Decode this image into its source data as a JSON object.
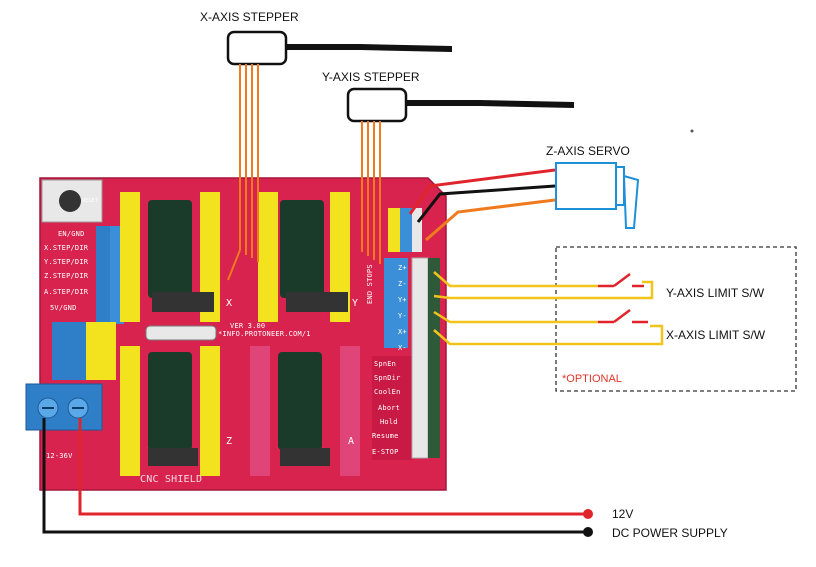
{
  "labels": {
    "x_stepper": "X-AXIS STEPPER",
    "y_stepper": "Y-AXIS STEPPER",
    "z_servo": "Z-AXIS SERVO",
    "y_limit": "Y-AXIS LIMIT S/W",
    "x_limit": "X-AXIS LIMIT S/W",
    "optional": "*OPTIONAL",
    "v12": "12V",
    "dc_supply": "DC POWER SUPPLY"
  },
  "board": {
    "name": "CNC SHIELD",
    "version": "VER 3.00",
    "url": "*INFO.PROTONEER.COM/1",
    "end_stops": "END STOPS",
    "voltage": "12-36V",
    "reset": "RESET",
    "left_pins": [
      "EN/GND",
      "X.STEP/DIR",
      "Y.STEP/DIR",
      "Z.STEP/DIR",
      "A.STEP/DIR",
      "5V/GND"
    ],
    "right_pins": [
      "SpnEn",
      "SpnDir",
      "CoolEn",
      "Abort",
      "Hold",
      "Resume",
      "E-STOP"
    ],
    "endstop_pins": [
      "Z+",
      "Z-",
      "Y+",
      "Y-",
      "X+",
      "X-"
    ],
    "driver_letters": [
      "X",
      "Y",
      "Z",
      "A"
    ]
  },
  "colors": {
    "board": "#d8234e",
    "header_yellow": "#f3e21e",
    "header_pink": "#e0457a",
    "wire_orange": "#f07b1e",
    "wire_red": "#e0242b",
    "wire_black": "#111111",
    "wire_yellow": "#f2c41a",
    "servo_blue": "#1e90d8",
    "terminal_blue": "#2f7fc8"
  }
}
